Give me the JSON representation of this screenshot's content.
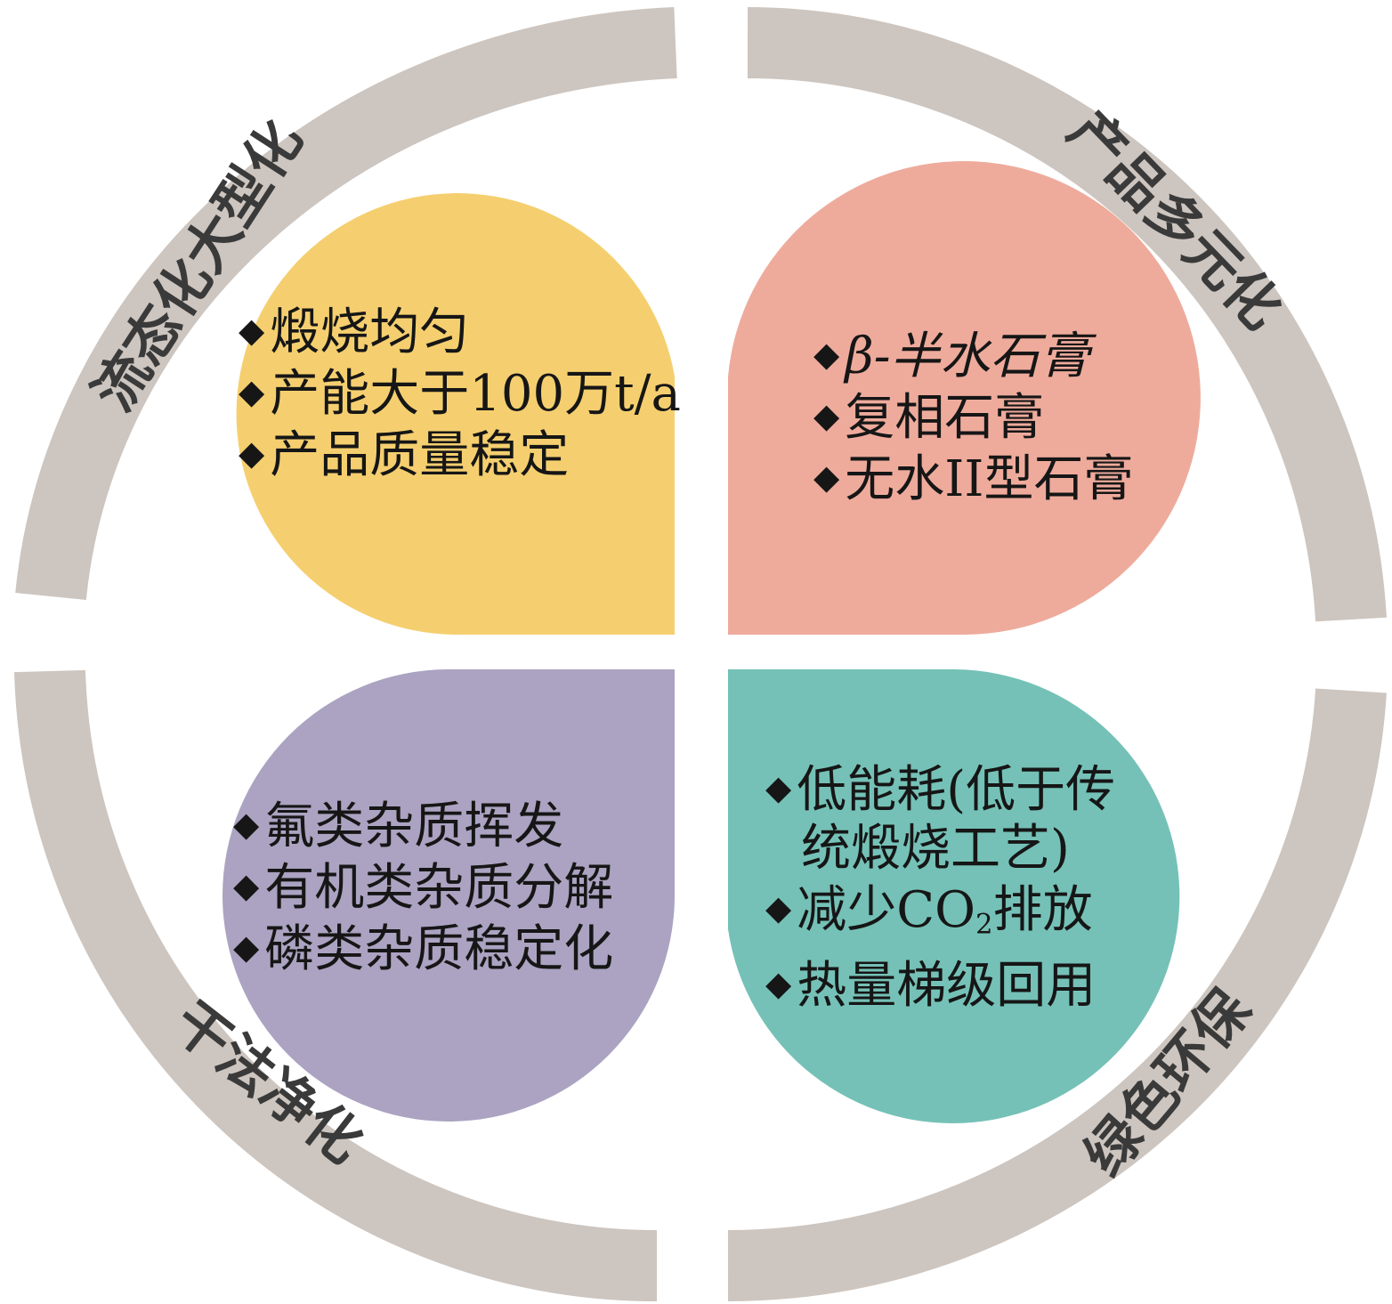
{
  "colors": {
    "ring": "#cdc5bf",
    "petal_top_left": "#f5cf6f",
    "petal_top_right": "#eeab9c",
    "petal_bottom_left": "#aba3c1",
    "petal_bottom_right": "#75c1b7",
    "text": "#161616",
    "ring_text": "#3a3a3a"
  },
  "ring_labels": {
    "top_left": "流态化大型化",
    "top_right": "产品多元化",
    "bottom_left": "干法净化",
    "bottom_right": "绿色环保"
  },
  "bullet_icon": "diamond",
  "quadrants": {
    "top_left": {
      "items": [
        "煅烧均匀",
        "产能大于100万t/a",
        "产品质量稳定"
      ]
    },
    "top_right": {
      "items": [
        "β-半水石膏",
        "复相石膏",
        "无水II型石膏"
      ]
    },
    "bottom_left": {
      "items": [
        "氟类杂质挥发",
        "有机类杂质分解",
        "磷类杂质稳定化"
      ]
    },
    "bottom_right": {
      "items": [
        "低能耗(低于传",
        "统煅烧工艺)",
        "减少CO",
        "2",
        "排放",
        "热量梯级回用"
      ]
    }
  }
}
